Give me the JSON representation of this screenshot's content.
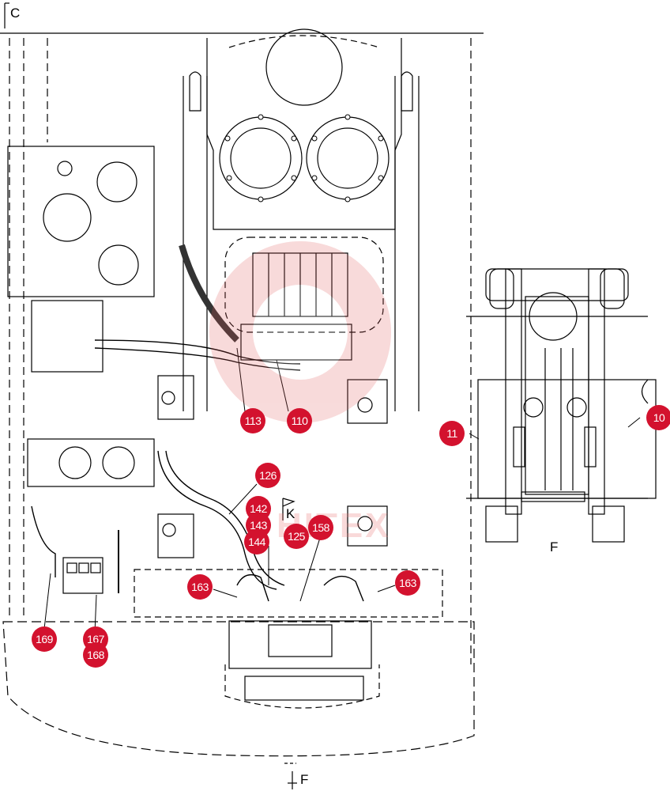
{
  "section_labels": {
    "top_left": "C",
    "cut_k": "K",
    "bottom_cut": "F",
    "view_f": "F"
  },
  "watermark": {
    "text": "HITEX",
    "color": "#e05a5a"
  },
  "callouts": [
    {
      "id": "c10",
      "label": "10"
    },
    {
      "id": "c11",
      "label": "11"
    },
    {
      "id": "c113",
      "label": "113"
    },
    {
      "id": "c110",
      "label": "110"
    },
    {
      "id": "c126",
      "label": "126"
    },
    {
      "id": "c142",
      "label": "142"
    },
    {
      "id": "c143",
      "label": "143"
    },
    {
      "id": "c144",
      "label": "144"
    },
    {
      "id": "c125",
      "label": "125"
    },
    {
      "id": "c158",
      "label": "158"
    },
    {
      "id": "c163a",
      "label": "163"
    },
    {
      "id": "c163b",
      "label": "163"
    },
    {
      "id": "c169",
      "label": "169"
    },
    {
      "id": "c167",
      "label": "167"
    },
    {
      "id": "c168",
      "label": "168"
    }
  ],
  "callout_color": "#d3122e"
}
